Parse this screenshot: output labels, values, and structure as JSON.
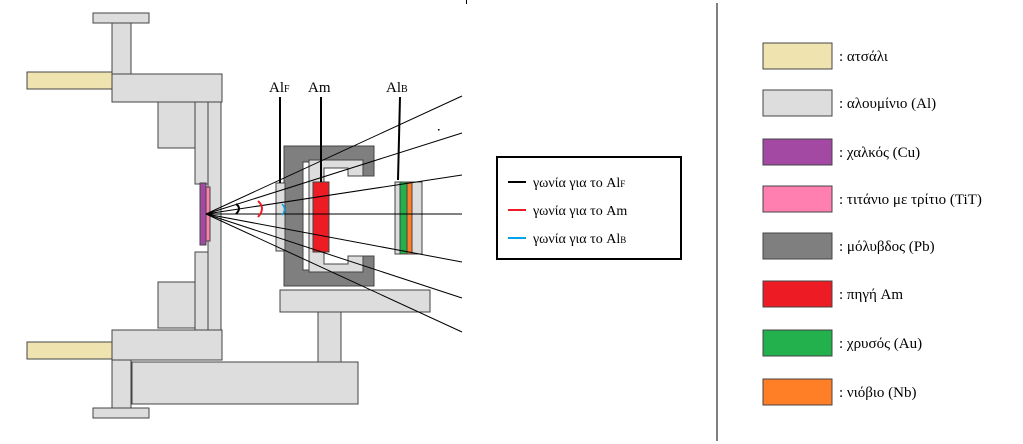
{
  "labels": {
    "al_front": "Al",
    "al_front_sub": "F",
    "am": "Am",
    "al_back": "Al",
    "al_back_sub": "B"
  },
  "angle_legend": {
    "items": [
      {
        "prefix": "γωνία για το ",
        "main": "Al",
        "sub": "F",
        "color": "#000000"
      },
      {
        "prefix": "γωνία για το ",
        "main": "Am",
        "sub": "",
        "color": "#ed1c24"
      },
      {
        "prefix": "γωνία για το ",
        "main": "Al",
        "sub": "B",
        "color": "#00a2e8"
      }
    ]
  },
  "material_legend": {
    "items": [
      {
        "label": ": ατσάλι",
        "color": "#efe4b0"
      },
      {
        "label": ": αλουμίνιο (Al)",
        "color": "#dddddd"
      },
      {
        "label": ": χαλκός (Cu)",
        "color": "#a349a4"
      },
      {
        "label": ": τιτάνιο με τρίτιο (TiT)",
        "color": "#ff7fb0"
      },
      {
        "label": ": μόλυβδος (Pb)",
        "color": "#7f7f7f"
      },
      {
        "label": ": πηγή Am",
        "color": "#ed1c24"
      },
      {
        "label": ": χρυσός (Au)",
        "color": "#22b14c"
      },
      {
        "label": ": νιόβιο (Nb)",
        "color": "#ff7f27"
      }
    ]
  },
  "colors": {
    "steel": "#efe4b0",
    "aluminium": "#dddddd",
    "copper": "#a349a4",
    "tit": "#ff7fb0",
    "lead": "#7f7f7f",
    "am_source": "#ed1c24",
    "gold": "#22b14c",
    "niobium": "#ff7f27",
    "outline": "#444444"
  }
}
